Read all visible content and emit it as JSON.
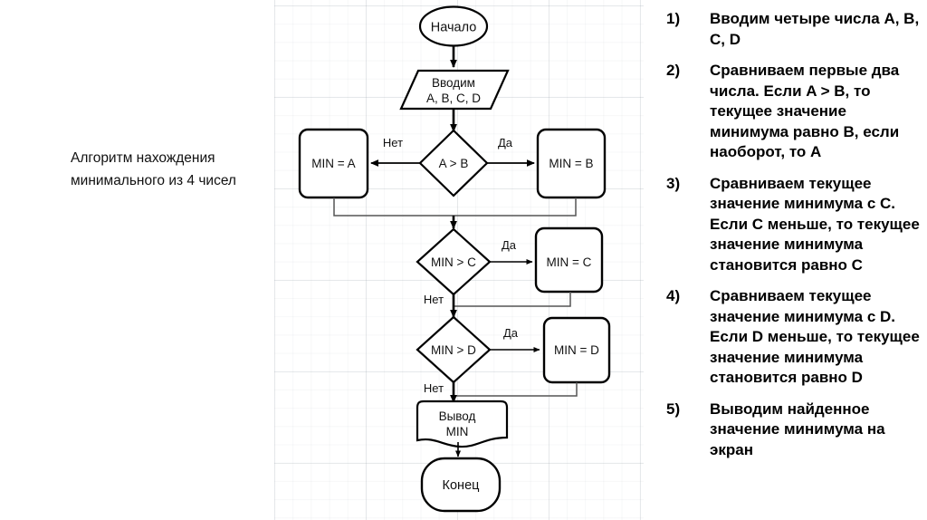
{
  "caption": {
    "text": "Алгоритм нахождения минимального из 4 чисел"
  },
  "flowchart": {
    "nodes": {
      "start": "Начало",
      "input": "Вводим\nA, B, C, D",
      "input_line1": "Вводим",
      "input_line2": "A, B, C, D",
      "decision_ab": "A > B",
      "min_a": "MIN = A",
      "min_b": "MIN = B",
      "decision_c": "MIN > C",
      "min_c": "MIN = C",
      "decision_d": "MIN > D",
      "min_d": "MIN = D",
      "output_line1": "Вывод",
      "output_line2": "MIN",
      "end": "Конец"
    },
    "edge_labels": {
      "ab_no": "Нет",
      "ab_yes": "Да",
      "c_yes": "Да",
      "c_no": "Нет",
      "d_yes": "Да",
      "d_no": "Нет"
    },
    "colors": {
      "stroke": "#000000",
      "fill": "#ffffff",
      "thin_stroke": "#555555",
      "grid": "#eef0f2"
    }
  },
  "steps": [
    {
      "num": "1)",
      "text": "Вводим четыре числа A, B, C, D"
    },
    {
      "num": "2)",
      "text": "Сравниваем первые два числа. Если A > B, то текущее значение минимума равно B, если наоборот, то A"
    },
    {
      "num": "3)",
      "text": "Сравниваем текущее значение минимума с C. Если C меньше, то текущее значение минимума становится равно C"
    },
    {
      "num": "4)",
      "text": "Сравниваем текущее значение минимума с D. Если D меньше, то текущее значение минимума становится равно D"
    },
    {
      "num": "5)",
      "text": "Выводим найденное значение минимума на экран"
    }
  ]
}
